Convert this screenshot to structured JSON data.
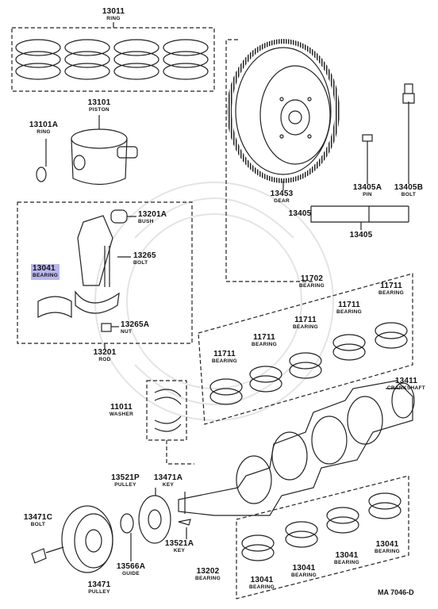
{
  "parts": {
    "p13011": {
      "num": "13011",
      "desc": "RING"
    },
    "p13101": {
      "num": "13101",
      "desc": "PISTON"
    },
    "p13101A": {
      "num": "13101A",
      "desc": "RING"
    },
    "p13201A": {
      "num": "13201A",
      "desc": "BUSH"
    },
    "p13265": {
      "num": "13265",
      "desc": "BOLT"
    },
    "p13041_top": {
      "num": "13041",
      "desc": "BEARING"
    },
    "p13265A": {
      "num": "13265A",
      "desc": "NUT"
    },
    "p13201": {
      "num": "13201",
      "desc": "ROD"
    },
    "p13453": {
      "num": "13453",
      "desc": "GEAR"
    },
    "p13405A": {
      "num": "13405A",
      "desc": "PIN"
    },
    "p13405B": {
      "num": "13405B",
      "desc": "BOLT"
    },
    "p13405_a": {
      "num": "13405",
      "desc": ""
    },
    "p13405_b": {
      "num": "13405",
      "desc": ""
    },
    "p11702": {
      "num": "11702",
      "desc": "BEARING"
    },
    "p11711_1": {
      "num": "11711",
      "desc": "BEARING"
    },
    "p11711_2": {
      "num": "11711",
      "desc": "BEARING"
    },
    "p11711_3": {
      "num": "11711",
      "desc": "BEARING"
    },
    "p11711_4": {
      "num": "11711",
      "desc": "BEARING"
    },
    "p11711_5": {
      "num": "11711",
      "desc": "BEARING"
    },
    "p11011": {
      "num": "11011",
      "desc": "WASHER"
    },
    "p13411": {
      "num": "13411",
      "desc": "CRANKSHAFT"
    },
    "p13521P": {
      "num": "13521P",
      "desc": "PULLEY"
    },
    "p13471A": {
      "num": "13471A",
      "desc": "KEY"
    },
    "p13471C": {
      "num": "13471C",
      "desc": "BOLT"
    },
    "p13521A": {
      "num": "13521A",
      "desc": "KEY"
    },
    "p13566A": {
      "num": "13566A",
      "desc": "GUIDE"
    },
    "p13471": {
      "num": "13471",
      "desc": "PULLEY"
    },
    "p13202": {
      "num": "13202",
      "desc": "BEARING"
    },
    "p13041_b1": {
      "num": "13041",
      "desc": "BEARING"
    },
    "p13041_b2": {
      "num": "13041",
      "desc": "BEARING"
    },
    "p13041_b3": {
      "num": "13041",
      "desc": "BEARING"
    },
    "p13041_b4": {
      "num": "13041",
      "desc": "BEARING"
    }
  },
  "diagram_id": "MA 7046-D",
  "highlight_color": "#b9b6ef"
}
